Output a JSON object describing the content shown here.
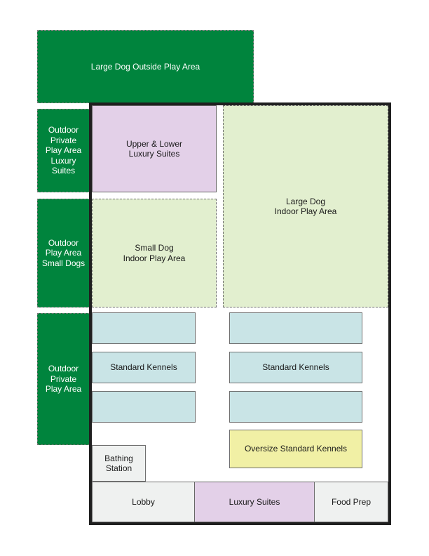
{
  "zones": {
    "large_dog_outside": "Large Dog Outside Play Area",
    "outdoor_private_luxury": "Outdoor\nPrivate\nPlay Area\nLuxury\nSuites",
    "outdoor_small_dogs": "Outdoor\nPlay Area\nSmall Dogs",
    "outdoor_private": "Outdoor\nPrivate\nPlay Area",
    "upper_lower_suites": "Upper & Lower\nLuxury Suites",
    "large_dog_indoor": "Large Dog\nIndoor Play Area",
    "small_dog_indoor": "Small Dog\nIndoor Play Area",
    "standard_kennels_left": "Standard Kennels",
    "standard_kennels_right": "Standard Kennels",
    "oversize_kennels": "Oversize Standard Kennels",
    "bathing_station": "Bathing\nStation",
    "lobby": "Lobby",
    "luxury_suites": "Luxury Suites",
    "food_prep": "Food Prep"
  },
  "colors": {
    "outdoor": "#00843d",
    "indoor_play": "#e2efcf",
    "suites": "#e3d0e8",
    "kennels": "#c9e4e6",
    "oversize": "#f1f0a5",
    "service": "#eff1f0",
    "walls": "#1f1f1f"
  }
}
